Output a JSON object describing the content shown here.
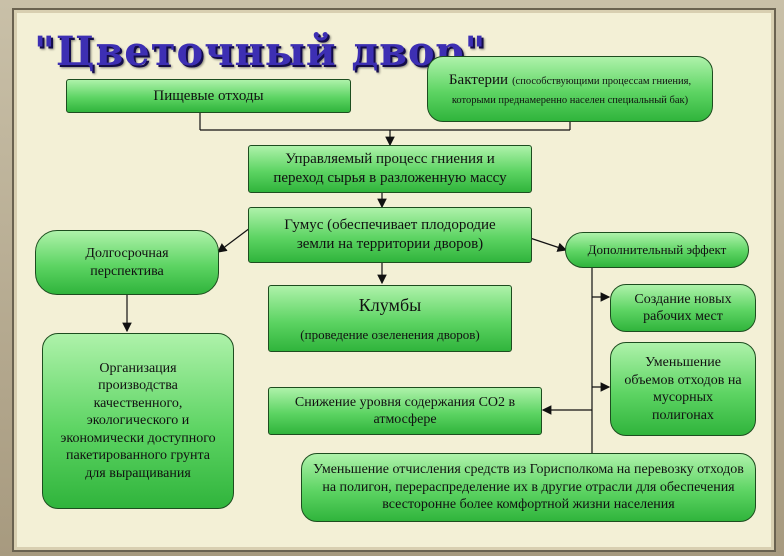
{
  "title": "\"Цветочный двор\"",
  "boxes": {
    "food_waste": "Пищевые отходы",
    "bacteria_main": "Бактерии",
    "bacteria_note": "(способствующими процессам гниения, которыми преднамеренно населен специальный бак)",
    "process_line1": "Управляемый процесс гниения и",
    "process_line2": "переход сырья в разложенную массу",
    "humus_line1": "Гумус (обеспечивает плодородие",
    "humus_line2": "земли на территории дворов)",
    "long_term": "Долгосрочная перспектива",
    "extra_effect": "Дополнительный эффект",
    "flowerbeds": "Клумбы",
    "flowerbeds_note": "(проведение озеленения дворов)",
    "organization": "Организация производства качественного, экологического и экономически доступного пакетированного грунта для выращивания",
    "new_jobs": "Создание новых рабочих мест",
    "reduce_waste": "Уменьшение объемов отходов на мусорных полигонах",
    "co2": "Снижение уровня содержания СО2 в атмосфере",
    "budget": "Уменьшение отчисления средств из Горисполкома на перевозку отходов на полигон, перераспределение их в другие отрасли для обеспечения всесторонне более комфортной жизни населения"
  },
  "colors": {
    "box_fill_top": "#aef2aa",
    "box_fill_bottom": "#30b43c",
    "title": "#3d2fb3",
    "background": "#f3f0d6"
  }
}
